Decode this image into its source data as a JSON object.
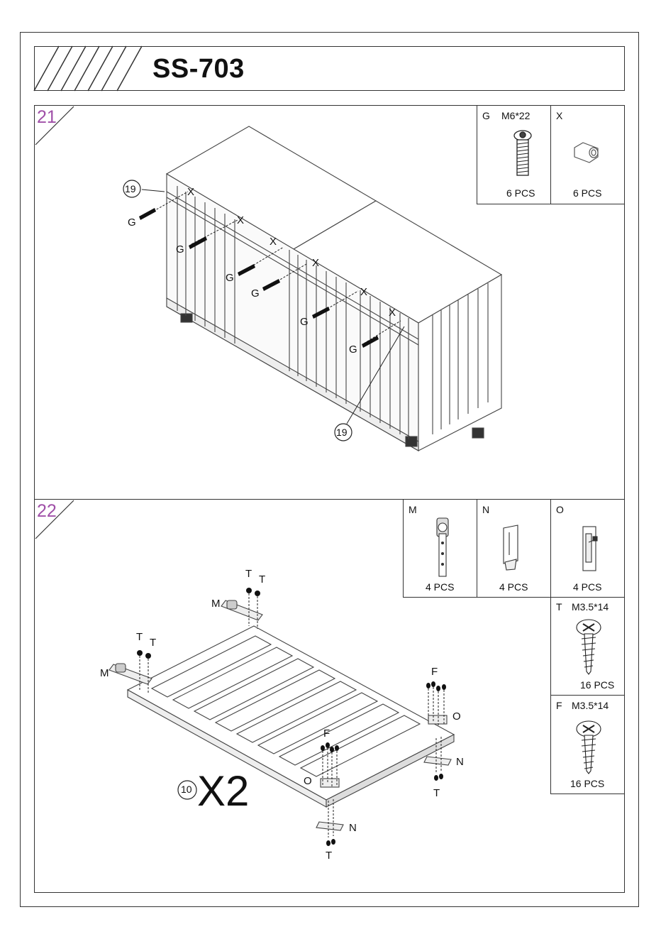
{
  "document": {
    "model": "SS-703"
  },
  "step21": {
    "number": "21",
    "parts": [
      {
        "code": "G",
        "spec": "M6*22",
        "qty": "6 PCS",
        "icon": "bolt-icon"
      },
      {
        "code": "X",
        "spec": "",
        "qty": "6 PCS",
        "icon": "spacer-icon"
      }
    ],
    "callouts": {
      "part_ref_top": "19",
      "part_ref_bottom": "19",
      "g": "G",
      "x": "X"
    }
  },
  "step22": {
    "number": "22",
    "parts": [
      {
        "code": "M",
        "spec": "",
        "qty": "4 PCS",
        "icon": "roller-bracket-icon"
      },
      {
        "code": "N",
        "spec": "",
        "qty": "4 PCS",
        "icon": "guide-clip-icon"
      },
      {
        "code": "O",
        "spec": "",
        "qty": "4 PCS",
        "icon": "barrel-bolt-icon"
      },
      {
        "code": "T",
        "spec": "M3.5*14",
        "qty": "16 PCS",
        "icon": "screw-icon"
      },
      {
        "code": "F",
        "spec": "M3.5*14",
        "qty": "16 PCS",
        "icon": "screw-icon"
      }
    ],
    "callouts": {
      "t": "T",
      "m": "M",
      "f": "F",
      "o": "O",
      "n": "N",
      "panel_ref": "10",
      "multiplier": "X2"
    }
  }
}
